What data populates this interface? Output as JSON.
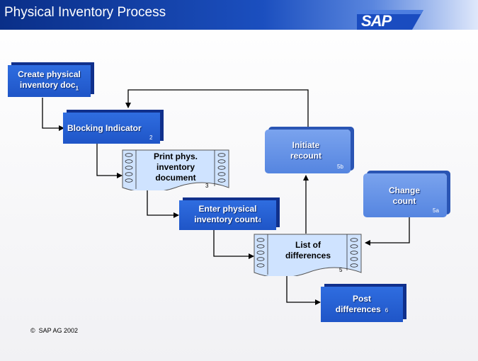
{
  "header": {
    "title": "Physical Inventory Process",
    "logo_text": "SAP"
  },
  "steps": {
    "create": {
      "line1": "Create physical",
      "line2": "inventory doc",
      "num": "1"
    },
    "blocking": {
      "label": "Blocking Indicator",
      "num": "2"
    },
    "print": {
      "line1": "Print phys.",
      "line2": "inventory",
      "line3": "document",
      "num": "3"
    },
    "enter": {
      "line1": "Enter physical",
      "line2": "inventory count",
      "num": "4"
    },
    "list": {
      "line1": "List of",
      "line2": "differences",
      "num": "5"
    },
    "recount": {
      "line1": "Initiate",
      "line2": "recount",
      "num": "5b"
    },
    "change": {
      "line1": "Change",
      "line2": "count",
      "num": "5a"
    },
    "post": {
      "line1": "Post",
      "line2": "differences",
      "num": "6"
    }
  },
  "footer": {
    "copyright": "SAP AG 2002",
    "copyright_symbol": "©"
  },
  "colors": {
    "header_dark": "#0a2f88",
    "box_blue": "#1f55c7",
    "box_soft": "#5585e0",
    "doc_fill": "#cfe3ff"
  }
}
